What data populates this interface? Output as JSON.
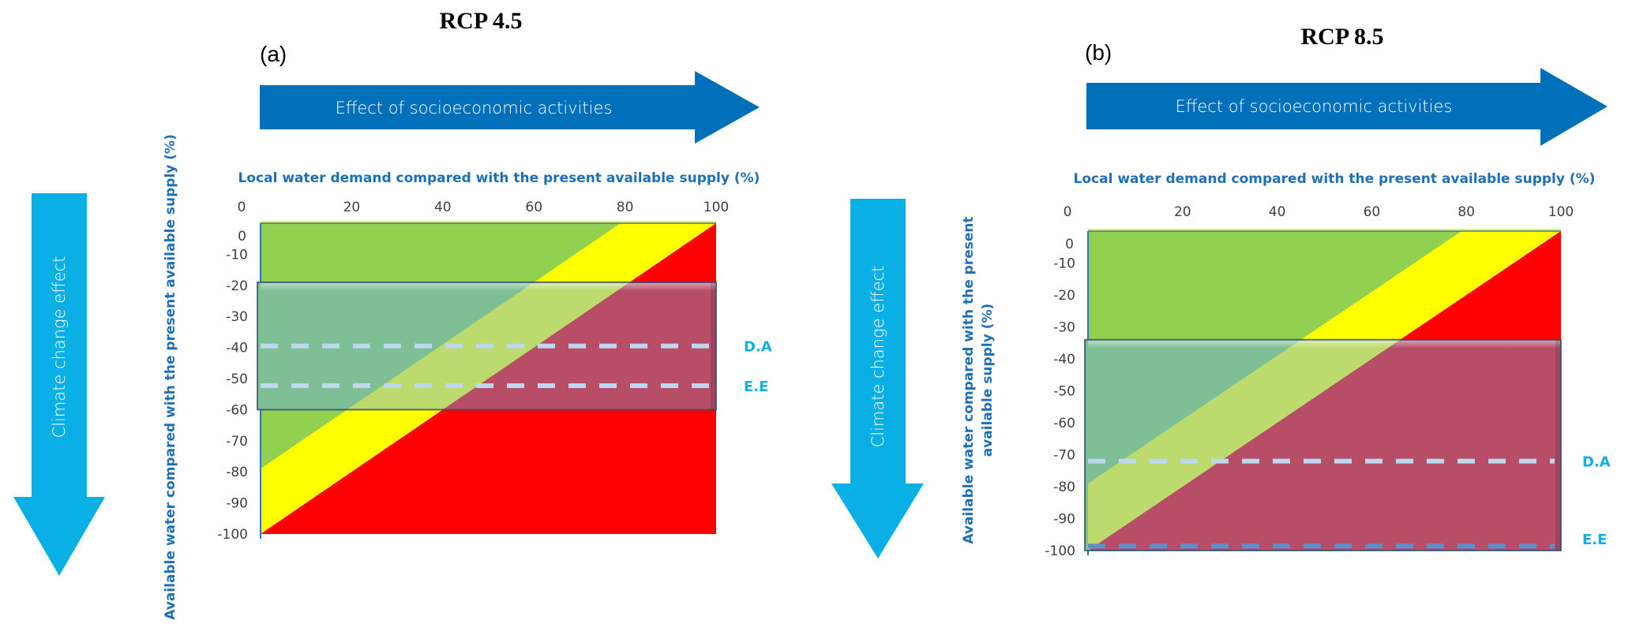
{
  "figure": {
    "colors": {
      "arrow_horizontal": "#0070BA",
      "arrow_vertical": "#0AAFE6",
      "axis_title": "#1F6FB8",
      "zone_green": "#92D050",
      "zone_yellow": "#FFFF00",
      "zone_red": "#FF0000",
      "overlay_green": "#7FBF96",
      "overlay_yellow": "#BDDA6E",
      "overlay_red": "#B84D68",
      "dash_light": "#BDD7EE",
      "dash_dark": "#5B8FC9",
      "line_label": "#12AEE6"
    }
  },
  "chart_data": [
    {
      "type": "area",
      "panel_label": "(a)",
      "title": "RCP 4.5",
      "horizontal_arrow_label": "Effect of socioeconomic activities",
      "vertical_arrow_label": "Climate change effect",
      "xlabel": "Local water demand compared with the present available supply (%)",
      "ylabel": "Available water compared with the present available supply (%)",
      "xlim": [
        0,
        100
      ],
      "ylim": [
        -100,
        0
      ],
      "x_ticks": [
        "0",
        "20",
        "40",
        "60",
        "80",
        "100"
      ],
      "y_ticks": [
        "0",
        "-10",
        "-20",
        "-30",
        "-40",
        "-50",
        "-60",
        "-70",
        "-80",
        "-90",
        "-100"
      ],
      "zones": [
        {
          "name": "green",
          "boundary_from": [
            0,
            -79
          ],
          "boundary_to": [
            79,
            0
          ]
        },
        {
          "name": "yellow",
          "boundary_from": [
            0,
            -100
          ],
          "boundary_to": [
            100,
            0
          ]
        },
        {
          "name": "red"
        }
      ],
      "projected_range": {
        "y_top": -19,
        "y_bottom": -60
      },
      "lines": [
        {
          "label": "D.A",
          "y": -39.5,
          "style": "light"
        },
        {
          "label": "E.E",
          "y": -52.3,
          "style": "light"
        }
      ]
    },
    {
      "type": "area",
      "panel_label": "(b)",
      "title": "RCP 8.5",
      "horizontal_arrow_label": "Effect of socioeconomic activities",
      "vertical_arrow_label": "Climate change effect",
      "xlabel": "Local water demand compared with the present available supply (%)",
      "ylabel_lines": [
        "Available water compared with the present",
        "available supply (%)"
      ],
      "xlim": [
        0,
        100
      ],
      "ylim": [
        -100,
        0
      ],
      "x_ticks": [
        "0",
        "20",
        "40",
        "60",
        "80",
        "100"
      ],
      "y_ticks": [
        "0",
        "-10",
        "-20",
        "-30",
        "-40",
        "-50",
        "-60",
        "-70",
        "-80",
        "-90",
        "-100"
      ],
      "zones": [
        {
          "name": "green",
          "boundary_from": [
            0,
            -79
          ],
          "boundary_to": [
            79,
            0
          ]
        },
        {
          "name": "yellow",
          "boundary_from": [
            0,
            -100
          ],
          "boundary_to": [
            100,
            0
          ]
        },
        {
          "name": "red"
        }
      ],
      "projected_range": {
        "y_top": -34,
        "y_bottom": -100
      },
      "lines": [
        {
          "label": "D.A",
          "y": -72,
          "style": "light"
        },
        {
          "label": "E.E",
          "y": -98.6,
          "style": "dark"
        }
      ]
    }
  ]
}
